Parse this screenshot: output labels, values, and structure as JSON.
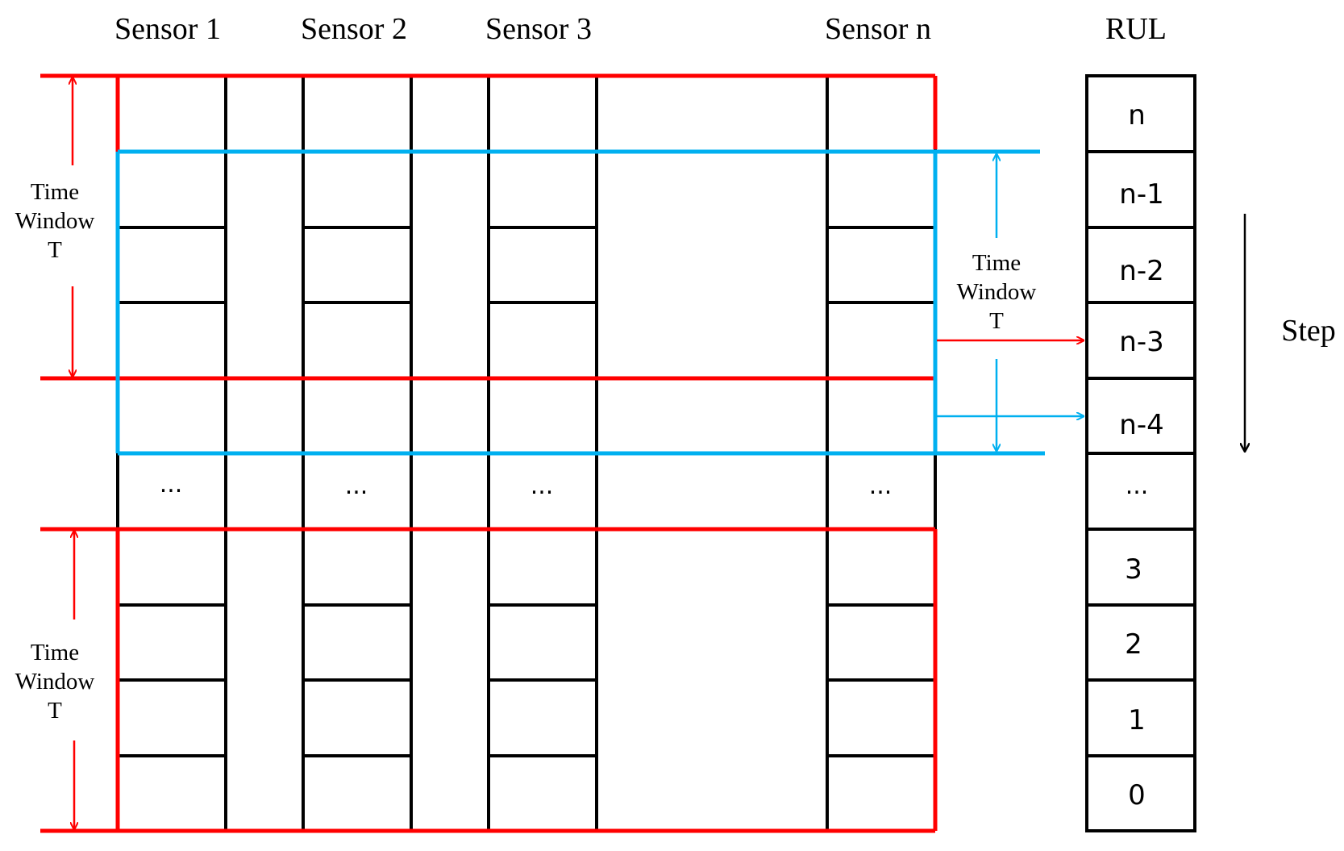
{
  "sensors": [
    {
      "label": "Sensor 1"
    },
    {
      "label": "Sensor 2"
    },
    {
      "label": "Sensor 3"
    },
    {
      "label": "Sensor n"
    }
  ],
  "rul": {
    "header": "RUL",
    "cells": [
      "n",
      "n-1",
      "n-2",
      "n-3",
      "n-4",
      "...",
      "3",
      "2",
      "1",
      "0"
    ]
  },
  "ellipsis": "...",
  "time_window": {
    "line1": "Time",
    "line2": "Window",
    "line3": "T"
  },
  "step_label": "Step",
  "colors": {
    "grid": "#000000",
    "window_red": "#ff0000",
    "window_blue": "#00b0f0"
  }
}
